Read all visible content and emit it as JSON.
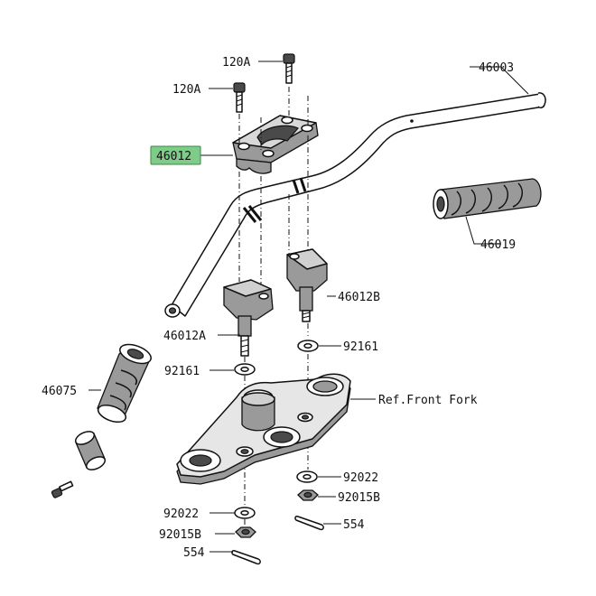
{
  "labels": {
    "bolt_upper": "120A",
    "bolt_lower": "120A",
    "handlebar": "46003",
    "clamp_upper": "46012",
    "grip_right": "46019",
    "holder_right": "46012B",
    "holder_left": "46012A",
    "washer_right_upper": "92161",
    "washer_left_upper": "92161",
    "grip_left": "46075",
    "front_fork_ref": "Ref.Front Fork",
    "washer_right_lower": "92022",
    "nut_right": "92015B",
    "pin_right": "554",
    "washer_left_lower": "92022",
    "nut_left": "92015B",
    "pin_left": "554"
  },
  "colors": {
    "highlight_fill": "#7ecb8a",
    "highlight_border": "#3a8a45"
  },
  "highlighted_part": "46012"
}
